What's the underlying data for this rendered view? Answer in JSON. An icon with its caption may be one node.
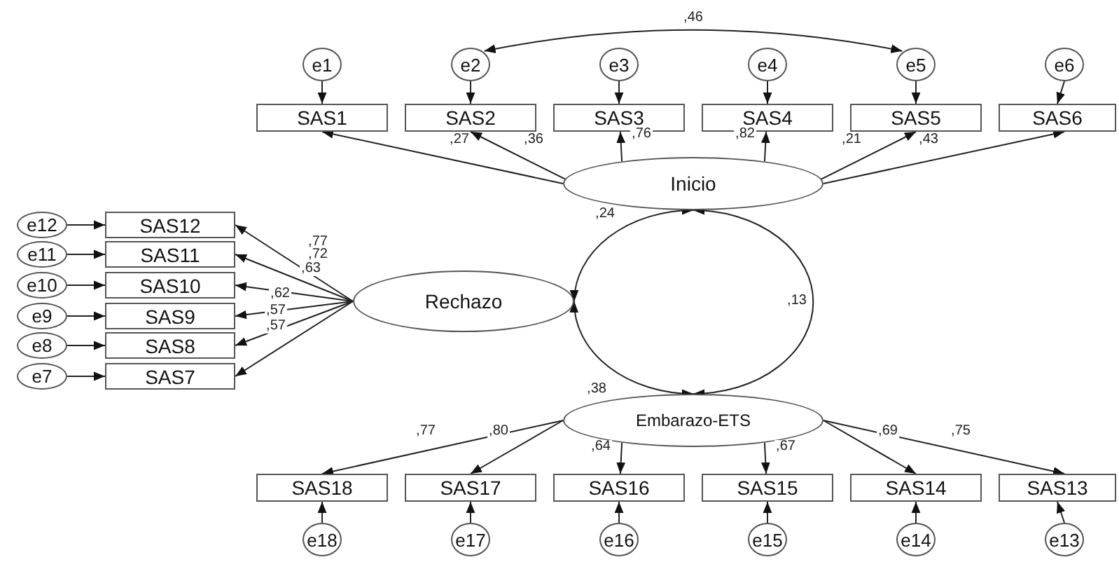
{
  "diagram": {
    "nodes": [
      {
        "text": [
          "e1"
        ]
      },
      {
        "text": [
          "e2"
        ]
      },
      {
        "text": [
          "e3"
        ]
      },
      {
        "text": [
          "e4"
        ]
      },
      {
        "text": [
          "e5"
        ]
      },
      {
        "text": [
          "e6"
        ]
      },
      {
        "text": [
          "SAS1"
        ]
      },
      {
        "text": [
          "SAS2"
        ]
      },
      {
        "text": [
          "SAS3"
        ]
      },
      {
        "text": [
          "SAS4"
        ]
      },
      {
        "text": [
          "SAS5"
        ]
      },
      {
        "text": [
          "SAS6"
        ]
      },
      {
        "text": [
          "Inicio"
        ]
      },
      {
        "text": [
          "e12"
        ]
      },
      {
        "text": [
          "e11"
        ]
      },
      {
        "text": [
          "e10"
        ]
      },
      {
        "text": [
          "e9"
        ]
      },
      {
        "text": [
          "e8"
        ]
      },
      {
        "text": [
          "e7"
        ]
      },
      {
        "text": [
          "SAS12"
        ]
      },
      {
        "text": [
          "SAS11"
        ]
      },
      {
        "text": [
          "SAS10"
        ]
      },
      {
        "text": [
          "SAS9"
        ]
      },
      {
        "text": [
          "SAS8"
        ]
      },
      {
        "text": [
          "SAS7"
        ]
      },
      {
        "text": [
          "Rechazo"
        ]
      },
      {
        "text": [
          "Embarazo-ETS"
        ]
      },
      {
        "text": [
          "SAS18"
        ]
      },
      {
        "text": [
          "SAS17"
        ]
      },
      {
        "text": [
          "SAS16"
        ]
      },
      {
        "text": [
          "SAS15"
        ]
      },
      {
        "text": [
          "SAS14"
        ]
      },
      {
        "text": [
          "SAS13"
        ]
      },
      {
        "text": [
          "e18"
        ]
      },
      {
        "text": [
          "e17"
        ]
      },
      {
        "text": [
          "e16"
        ]
      },
      {
        "text": [
          "e15"
        ]
      },
      {
        "text": [
          "e14"
        ]
      },
      {
        "text": [
          "e13"
        ]
      }
    ],
    "edges": [
      {
        "from": 0,
        "to": 6,
        "arrow": "to"
      },
      {
        "from": 1,
        "to": 7,
        "arrow": "to"
      },
      {
        "from": 2,
        "to": 8,
        "arrow": "to"
      },
      {
        "from": 3,
        "to": 9,
        "arrow": "to"
      },
      {
        "from": 4,
        "to": 10,
        "arrow": "to"
      },
      {
        "from": 5,
        "to": 11,
        "arrow": "to"
      },
      {
        "from": 1,
        "to": 4,
        "arrow": "both",
        "label": ",46"
      },
      {
        "from": 12,
        "to": 6,
        "arrow": "to",
        "label": ",27"
      },
      {
        "from": 12,
        "to": 7,
        "arrow": "to",
        "label": ",36"
      },
      {
        "from": 12,
        "to": 8,
        "arrow": "to",
        "label": ",76"
      },
      {
        "from": 12,
        "to": 9,
        "arrow": "to",
        "label": ",82"
      },
      {
        "from": 12,
        "to": 10,
        "arrow": "to",
        "label": ",21"
      },
      {
        "from": 12,
        "to": 11,
        "arrow": "to",
        "label": ",43"
      },
      {
        "from": 13,
        "to": 19,
        "arrow": "to"
      },
      {
        "from": 14,
        "to": 20,
        "arrow": "to"
      },
      {
        "from": 15,
        "to": 21,
        "arrow": "to"
      },
      {
        "from": 16,
        "to": 22,
        "arrow": "to"
      },
      {
        "from": 17,
        "to": 23,
        "arrow": "to"
      },
      {
        "from": 18,
        "to": 24,
        "arrow": "to"
      },
      {
        "from": 25,
        "to": 19,
        "arrow": "to",
        "label": ",77"
      },
      {
        "from": 25,
        "to": 20,
        "arrow": "to",
        "label": ",72"
      },
      {
        "from": 25,
        "to": 21,
        "arrow": "to",
        "label": ",63"
      },
      {
        "from": 25,
        "to": 22,
        "arrow": "to",
        "label": ",62"
      },
      {
        "from": 25,
        "to": 23,
        "arrow": "to",
        "label": ",57"
      },
      {
        "from": 25,
        "to": 24,
        "arrow": "to",
        "label": ",57"
      },
      {
        "from": 12,
        "to": 25,
        "arrow": "both",
        "label": ",24"
      },
      {
        "from": 25,
        "to": 26,
        "arrow": "both",
        "label": ",38"
      },
      {
        "from": 12,
        "to": 26,
        "arrow": "both",
        "label": ",13"
      },
      {
        "from": 26,
        "to": 27,
        "arrow": "to",
        "label": ",77"
      },
      {
        "from": 26,
        "to": 28,
        "arrow": "to",
        "label": ",80"
      },
      {
        "from": 26,
        "to": 29,
        "arrow": "to",
        "label": ",64"
      },
      {
        "from": 26,
        "to": 30,
        "arrow": "to",
        "label": ",67"
      },
      {
        "from": 26,
        "to": 31,
        "arrow": "to",
        "label": ",69"
      },
      {
        "from": 26,
        "to": 32,
        "arrow": "to",
        "label": ",75"
      },
      {
        "from": 33,
        "to": 27,
        "arrow": "to"
      },
      {
        "from": 34,
        "to": 28,
        "arrow": "to"
      },
      {
        "from": 35,
        "to": 29,
        "arrow": "to"
      },
      {
        "from": 36,
        "to": 30,
        "arrow": "to"
      },
      {
        "from": 37,
        "to": 31,
        "arrow": "to"
      },
      {
        "from": 38,
        "to": 32,
        "arrow": "to"
      }
    ]
  }
}
